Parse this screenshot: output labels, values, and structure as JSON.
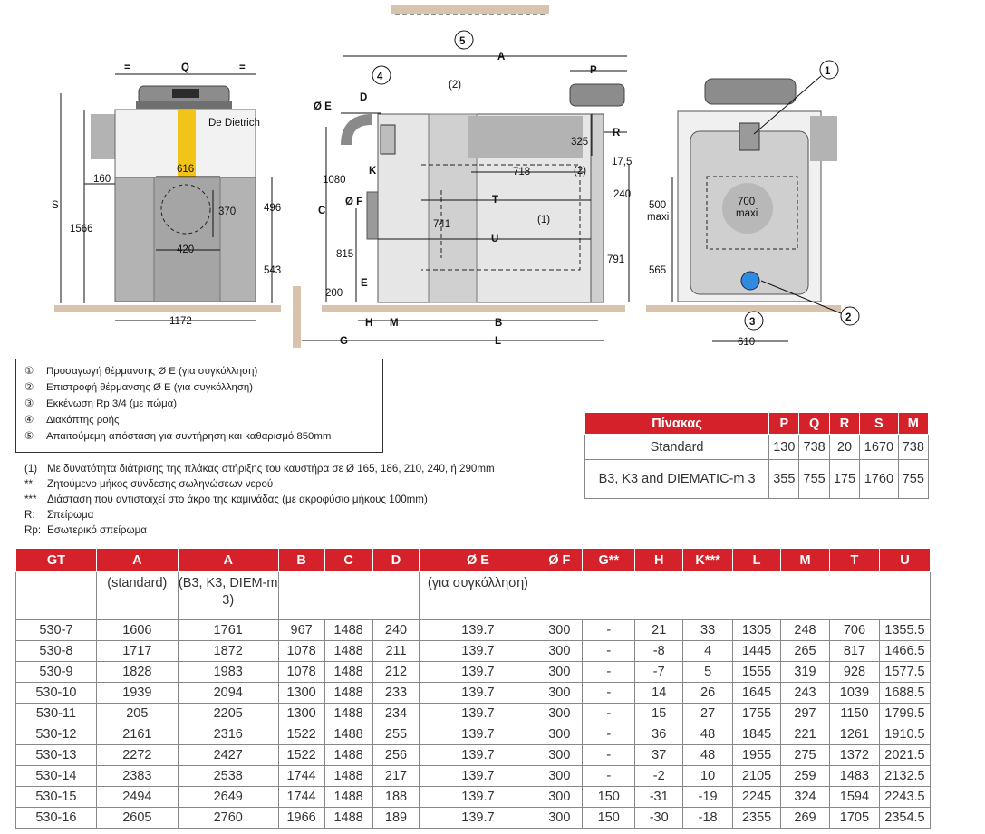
{
  "drawing_labels": {
    "q": "Q",
    "eq": "=",
    "s": "S",
    "h1566": "1566",
    "h160": "160",
    "w616": "616",
    "h496": "496",
    "h370": "370",
    "w420": "420",
    "h543": "543",
    "w1172": "1172",
    "brand": "De Dietrich",
    "c5": "5",
    "a": "A",
    "p": "P",
    "c4": "4",
    "fn2": "(2)",
    "dia_e": "Ø E",
    "d": "D",
    "h325": "325",
    "r": "R",
    "h17_5": "17,5",
    "w1080": "1080",
    "k": "K",
    "w718": "718",
    "c": "C",
    "dia_f": "Ø F",
    "t": "T",
    "h240": "240",
    "h741": "741",
    "fn1": "(1)",
    "u": "U",
    "h815": "815",
    "h791": "791",
    "h200": "200",
    "e2": "E",
    "hh": "H",
    "m": "M",
    "b": "B",
    "g": "G",
    "l": "L",
    "c1": "1",
    "w500": "500",
    "maxi": "maxi",
    "w700": "700",
    "maxi2": "maxi",
    "h565": "565",
    "c2": "2",
    "c3": "3",
    "w610": "610"
  },
  "legend": [
    {
      "num": "①",
      "text": "Προσαγωγή θέρμανσης Ø E (για συγκόλληση)"
    },
    {
      "num": "②",
      "text": "Επιστροφή θέρμανσης Ø E (για συγκόλληση)"
    },
    {
      "num": "③",
      "text": "Εκκένωση Rp 3/4 (με πώμα)"
    },
    {
      "num": "④",
      "text": "Διακόπτης ροής"
    },
    {
      "num": "⑤",
      "text": "Απαιτούμεμη απόσταση για συντήρηση και καθαρισμό 850mm"
    }
  ],
  "notes": [
    {
      "mark": "(1)",
      "text": "Με δυνατότητα διάτρισης της πλάκας στήριξης του καυστήρα σε Ø 165, 186, 210, 240, ή 290mm"
    },
    {
      "mark": "**",
      "text": "Ζητούμενο μήκος σύνδεσης σωληνώσεων νερού"
    },
    {
      "mark": "***",
      "text": "Διάσταση που αντιστοιχεί στο άκρο της καμινάδας (με ακροφύσιο μήκους 100mm)"
    },
    {
      "mark": "R:",
      "text": "Σπείρωμα"
    },
    {
      "mark": "Rp:",
      "text": "Εσωτερικό σπείρωμα"
    }
  ],
  "ptable": {
    "headers": [
      "Πίνακας",
      "P",
      "Q",
      "R",
      "S",
      "M"
    ],
    "rows": [
      [
        "Standard",
        "130",
        "738",
        "20",
        "1670",
        "738"
      ],
      [
        "B3, K3 and DIEMATIC-m 3",
        "355",
        "755",
        "175",
        "1760",
        "755"
      ]
    ]
  },
  "gtable": {
    "headers": [
      "GT",
      "A",
      "A",
      "B",
      "C",
      "D",
      "Ø E",
      "Ø F",
      "G**",
      "H",
      "K***",
      "L",
      "M",
      "T",
      "U"
    ],
    "subheaders": {
      "a_std": "(standard)",
      "a_b3": "(B3, K3, DIEM-m 3)",
      "e_note": "(για συγκόλληση)"
    },
    "rows": [
      [
        "530-7",
        "1606",
        "1761",
        "967",
        "1488",
        "240",
        "139.7",
        "300",
        "-",
        "21",
        "33",
        "1305",
        "248",
        "706",
        "1355.5"
      ],
      [
        "530-8",
        "1717",
        "1872",
        "1078",
        "1488",
        "211",
        "139.7",
        "300",
        "-",
        "-8",
        "4",
        "1445",
        "265",
        "817",
        "1466.5"
      ],
      [
        "530-9",
        "1828",
        "1983",
        "1078",
        "1488",
        "212",
        "139.7",
        "300",
        "-",
        "-7",
        "5",
        "1555",
        "319",
        "928",
        "1577.5"
      ],
      [
        "530-10",
        "1939",
        "2094",
        "1300",
        "1488",
        "233",
        "139.7",
        "300",
        "-",
        "14",
        "26",
        "1645",
        "243",
        "1039",
        "1688.5"
      ],
      [
        "530-11",
        "205",
        "2205",
        "1300",
        "1488",
        "234",
        "139.7",
        "300",
        "-",
        "15",
        "27",
        "1755",
        "297",
        "1150",
        "1799.5"
      ],
      [
        "530-12",
        "2161",
        "2316",
        "1522",
        "1488",
        "255",
        "139.7",
        "300",
        "-",
        "36",
        "48",
        "1845",
        "221",
        "1261",
        "1910.5"
      ],
      [
        "530-13",
        "2272",
        "2427",
        "1522",
        "1488",
        "256",
        "139.7",
        "300",
        "-",
        "37",
        "48",
        "1955",
        "275",
        "1372",
        "2021.5"
      ],
      [
        "530-14",
        "2383",
        "2538",
        "1744",
        "1488",
        "217",
        "139.7",
        "300",
        "-",
        "-2",
        "10",
        "2105",
        "259",
        "1483",
        "2132.5"
      ],
      [
        "530-15",
        "2494",
        "2649",
        "1744",
        "1488",
        "188",
        "139.7",
        "300",
        "150",
        "-31",
        "-19",
        "2245",
        "324",
        "1594",
        "2243.5"
      ],
      [
        "530-16",
        "2605",
        "2760",
        "1966",
        "1488",
        "189",
        "139.7",
        "300",
        "150",
        "-30",
        "-18",
        "2355",
        "269",
        "1705",
        "2354.5"
      ]
    ]
  },
  "colors": {
    "accent_red": "#d4212a",
    "panel_grey": "#b3b3b3",
    "body_light": "#d9d9d9",
    "burner_yellow": "#f2c417",
    "floor": "#d8c3ad"
  }
}
